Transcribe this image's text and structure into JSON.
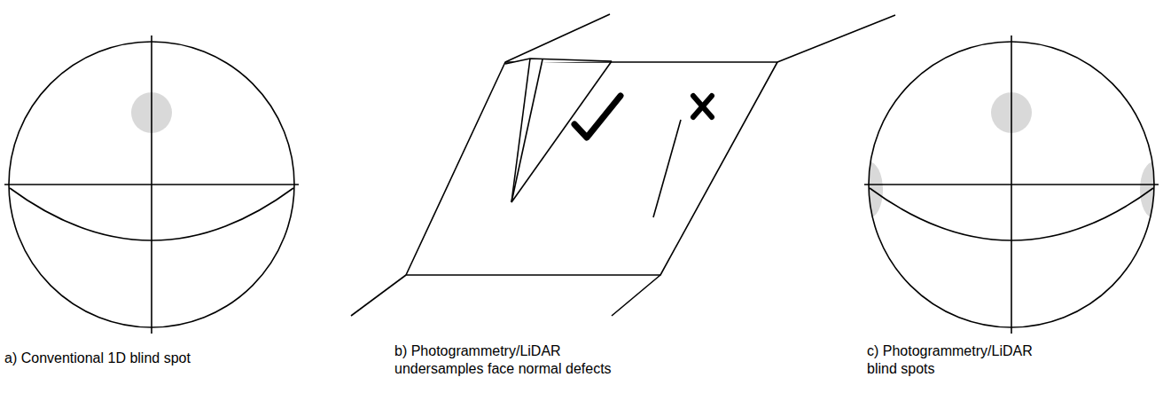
{
  "diagram": {
    "labels": [
      "a) Conventional 1D blind spot",
      "b) Photogrammetry/LiDAR undersamples face normal defects",
      "c) Photogrammetry/LiDAR blind spots"
    ]
  }
}
